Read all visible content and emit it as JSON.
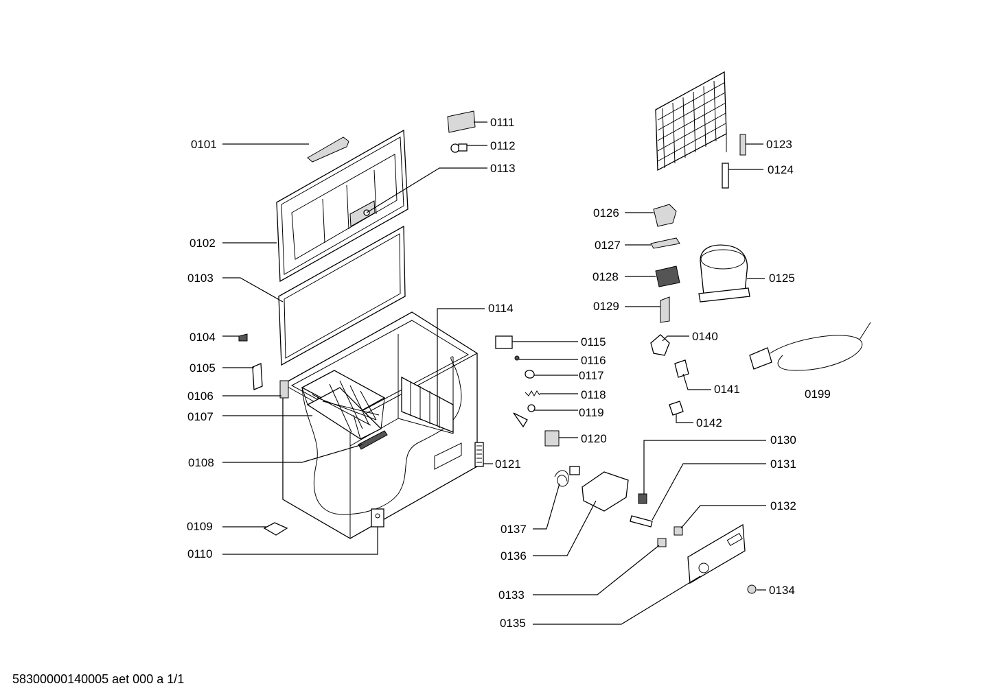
{
  "document_id": "58300000140005 aet 000 a 1/1",
  "parts": {
    "p0101": "0101",
    "p0102": "0102",
    "p0103": "0103",
    "p0104": "0104",
    "p0105": "0105",
    "p0106": "0106",
    "p0107": "0107",
    "p0108": "0108",
    "p0109": "0109",
    "p0110": "0110",
    "p0111": "0111",
    "p0112": "0112",
    "p0113": "0113",
    "p0114": "0114",
    "p0115": "0115",
    "p0116": "0116",
    "p0117": "0117",
    "p0118": "0118",
    "p0119": "0119",
    "p0120": "0120",
    "p0121": "0121",
    "p0123": "0123",
    "p0124": "0124",
    "p0125": "0125",
    "p0126": "0126",
    "p0127": "0127",
    "p0128": "0128",
    "p0129": "0129",
    "p0130": "0130",
    "p0131": "0131",
    "p0132": "0132",
    "p0133": "0133",
    "p0134": "0134",
    "p0135": "0135",
    "p0136": "0136",
    "p0137": "0137",
    "p0140": "0140",
    "p0141": "0141",
    "p0142": "0142",
    "p0199": "0199"
  }
}
